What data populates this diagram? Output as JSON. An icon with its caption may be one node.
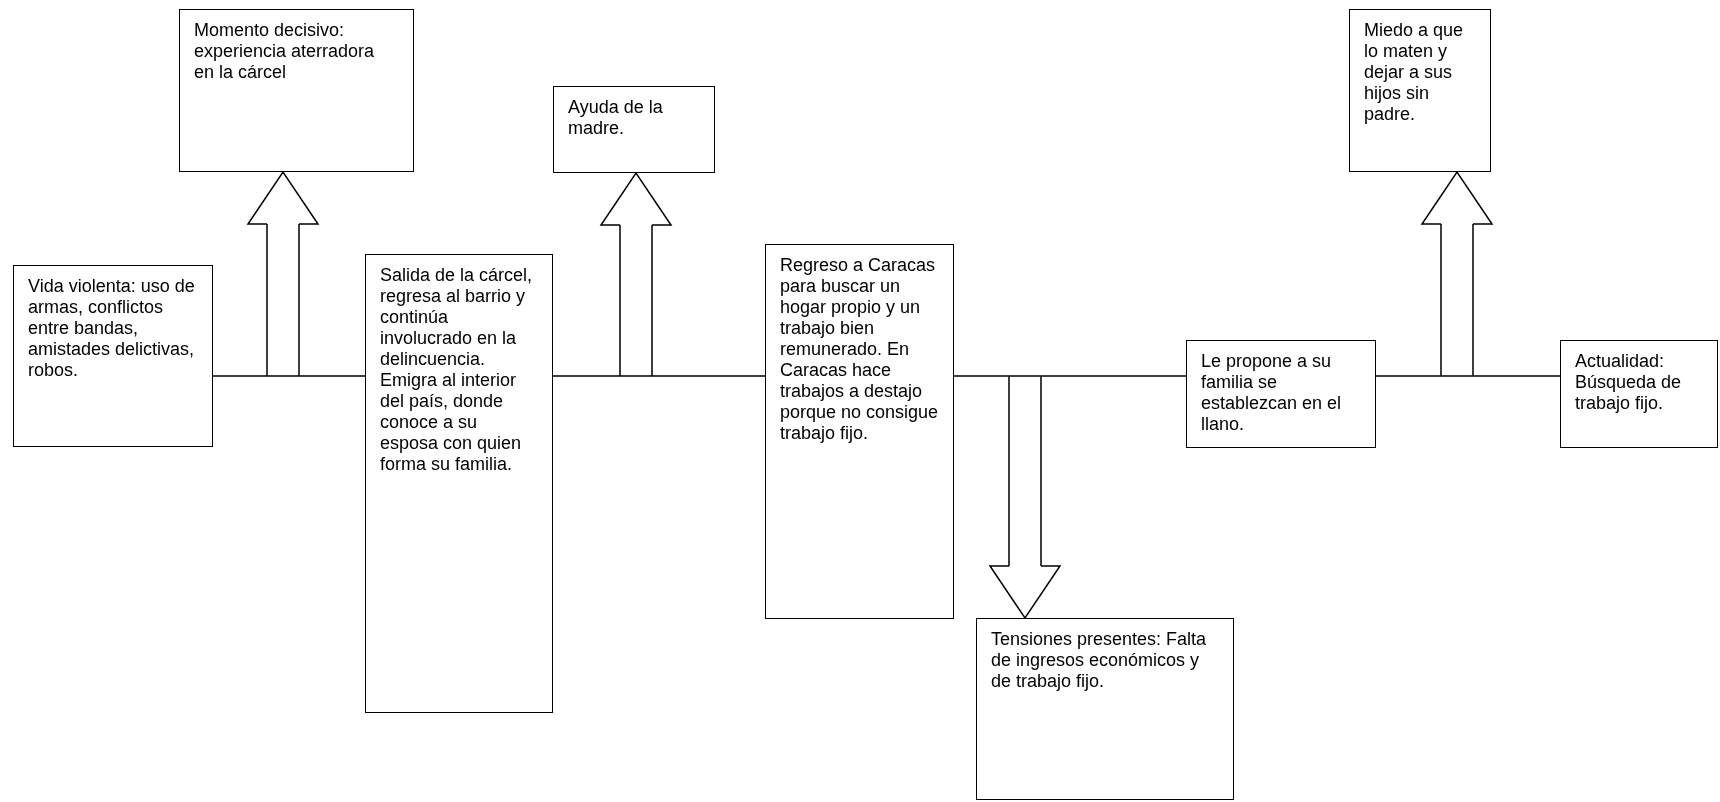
{
  "diagram": {
    "nodes": [
      {
        "text": [
          "Vida violenta: uso de armas, conflictos entre bandas, amistades delictivas, robos."
        ]
      },
      {
        "text": [
          "Momento decisivo: experiencia aterradora en la cárcel"
        ]
      },
      {
        "text": [
          "Salida de la cárcel, regresa al barrio y continúa involucrado en la delincuencia. Emigra al interior del país, donde conoce a su esposa con quien forma su familia."
        ]
      },
      {
        "text": [
          "Ayuda de la madre."
        ]
      },
      {
        "text": [
          "Regreso a Caracas para buscar un hogar propio y un trabajo bien remunerado. En Caracas hace trabajos a destajo porque no consigue trabajo fijo."
        ]
      },
      {
        "text": [
          "Tensiones presentes: Falta de ingresos económicos y de trabajo fijo."
        ]
      },
      {
        "text": [
          "Le propone  a su familia se establezcan en el llano."
        ]
      },
      {
        "text": [
          "Miedo a que lo maten y dejar a sus hijos sin padre."
        ]
      },
      {
        "text": [
          "Actualidad: Búsqueda de trabajo fijo."
        ]
      }
    ],
    "edges": [
      {
        "from": 0,
        "to": 2,
        "arrow": "none"
      },
      {
        "from": null,
        "to": 1,
        "arrow": "to"
      },
      {
        "from": 2,
        "to": 4,
        "arrow": "none"
      },
      {
        "from": null,
        "to": 3,
        "arrow": "to"
      },
      {
        "from": 4,
        "to": 6,
        "arrow": "none"
      },
      {
        "from": null,
        "to": 5,
        "arrow": "to"
      },
      {
        "from": 6,
        "to": 8,
        "arrow": "none"
      },
      {
        "from": null,
        "to": 7,
        "arrow": "to"
      }
    ]
  }
}
